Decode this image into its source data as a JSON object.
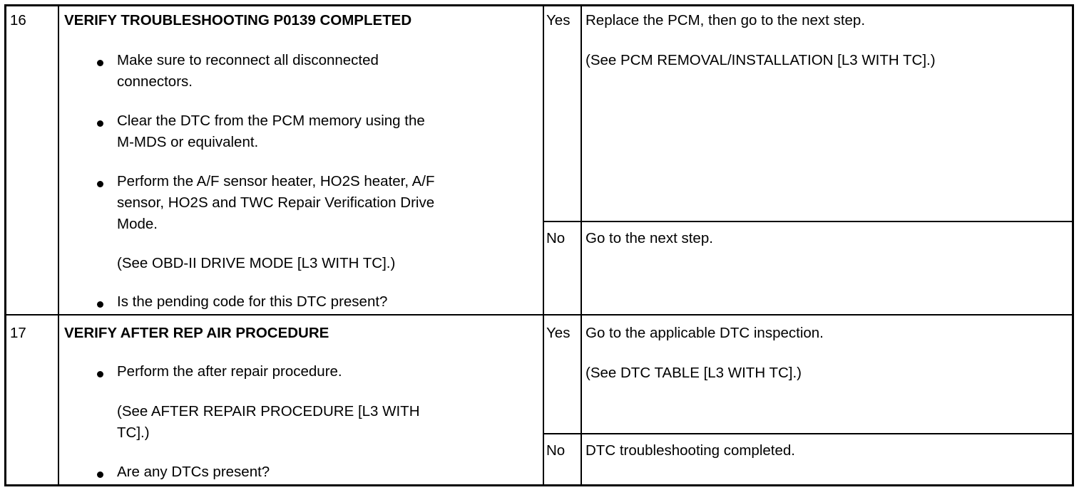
{
  "rows": [
    {
      "step": "16",
      "title": "VERIFY TROUBLESHOOTING P0139 COMPLETED",
      "bullets": [
        "Make sure to reconnect all disconnected",
        "connectors.",
        "Clear the DTC from the PCM memory using the",
        "M-MDS or equivalent.",
        "Perform the A/F sensor heater, HO2S heater, A/F",
        "sensor, HO2S and TWC Repair Verification Drive",
        "Mode.",
        "(See OBD-II DRIVE MODE [L3 WITH TC].)",
        "Is the pending code for this DTC present?"
      ],
      "yes_label": "Yes",
      "yes_action": "Replace the PCM, then go to the next step.",
      "yes_ref": "(See PCM REMOVAL/INSTALLATION [L3 WITH TC].)",
      "no_label": "No",
      "no_action": "Go to the next step."
    },
    {
      "step": "17",
      "title": "VERIFY AFTER REP AIR PROCEDURE",
      "bullets": [
        "Perform the after repair procedure.",
        "(See AFTER REPAIR PROCEDURE [L3 WITH",
        "TC].)",
        "Are any DTCs present?"
      ],
      "yes_label": "Yes",
      "yes_action": "Go to the applicable DTC inspection.",
      "yes_ref": "(See DTC TABLE [L3 WITH TC].)",
      "no_label": "No",
      "no_action": "DTC troubleshooting completed."
    }
  ]
}
